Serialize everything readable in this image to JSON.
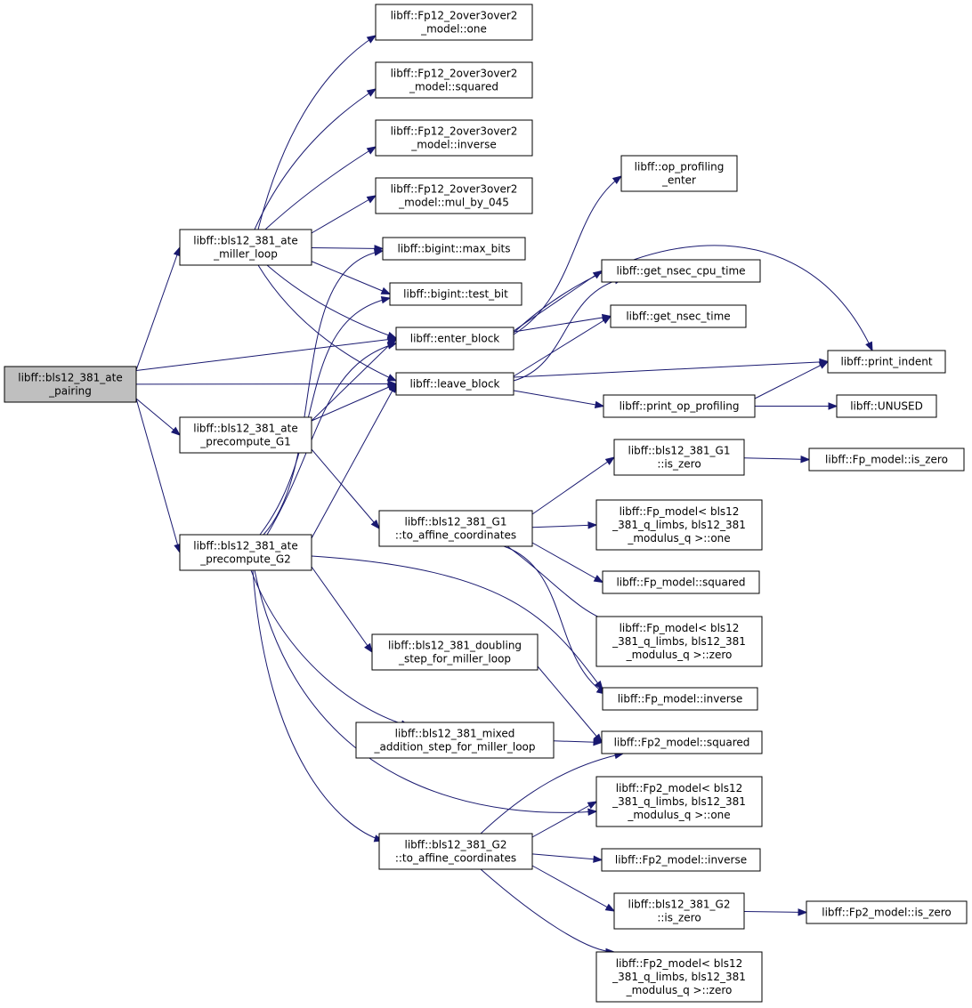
{
  "graph": {
    "nodes": [
      {
        "id": "pairing",
        "lines": [
          "libff::bls12_381_ate",
          "_pairing"
        ],
        "root": true
      },
      {
        "id": "miller_loop",
        "lines": [
          "libff::bls12_381_ate",
          "_miller_loop"
        ]
      },
      {
        "id": "precompute_G1",
        "lines": [
          "libff::bls12_381_ate",
          "_precompute_G1"
        ]
      },
      {
        "id": "precompute_G2",
        "lines": [
          "libff::bls12_381_ate",
          "_precompute_G2"
        ]
      },
      {
        "id": "fp12_one",
        "lines": [
          "libff::Fp12_2over3over2",
          "_model::one"
        ]
      },
      {
        "id": "fp12_squared",
        "lines": [
          "libff::Fp12_2over3over2",
          "_model::squared"
        ]
      },
      {
        "id": "fp12_inverse",
        "lines": [
          "libff::Fp12_2over3over2",
          "_model::inverse"
        ]
      },
      {
        "id": "fp12_mul045",
        "lines": [
          "libff::Fp12_2over3over2",
          "_model::mul_by_045"
        ]
      },
      {
        "id": "max_bits",
        "lines": [
          "libff::bigint::max_bits"
        ]
      },
      {
        "id": "test_bit",
        "lines": [
          "libff::bigint::test_bit"
        ]
      },
      {
        "id": "enter_block",
        "lines": [
          "libff::enter_block"
        ]
      },
      {
        "id": "leave_block",
        "lines": [
          "libff::leave_block"
        ]
      },
      {
        "id": "op_prof_enter",
        "lines": [
          "libff::op_profiling",
          "_enter"
        ]
      },
      {
        "id": "cpu_time",
        "lines": [
          "libff::get_nsec_cpu_time"
        ]
      },
      {
        "id": "nsec_time",
        "lines": [
          "libff::get_nsec_time"
        ]
      },
      {
        "id": "print_indent",
        "lines": [
          "libff::print_indent"
        ]
      },
      {
        "id": "print_op_prof",
        "lines": [
          "libff::print_op_profiling"
        ]
      },
      {
        "id": "unused",
        "lines": [
          "libff::UNUSED"
        ]
      },
      {
        "id": "g1_to_affine",
        "lines": [
          "libff::bls12_381_G1",
          "::to_affine_coordinates"
        ]
      },
      {
        "id": "g1_is_zero",
        "lines": [
          "libff::bls12_381_G1",
          "::is_zero"
        ]
      },
      {
        "id": "fp_is_zero",
        "lines": [
          "libff::Fp_model::is_zero"
        ]
      },
      {
        "id": "fp_one",
        "lines": [
          "libff::Fp_model< bls12",
          "_381_q_limbs, bls12_381",
          "_modulus_q >::one"
        ]
      },
      {
        "id": "fp_squared",
        "lines": [
          "libff::Fp_model::squared"
        ]
      },
      {
        "id": "fp_zero",
        "lines": [
          "libff::Fp_model< bls12",
          "_381_q_limbs, bls12_381",
          "_modulus_q >::zero"
        ]
      },
      {
        "id": "fp_inverse",
        "lines": [
          "libff::Fp_model::inverse"
        ]
      },
      {
        "id": "doubling",
        "lines": [
          "libff::bls12_381_doubling",
          "_step_for_miller_loop"
        ]
      },
      {
        "id": "mixed_add",
        "lines": [
          "libff::bls12_381_mixed",
          "_addition_step_for_miller_loop"
        ]
      },
      {
        "id": "fp2_squared",
        "lines": [
          "libff::Fp2_model::squared"
        ]
      },
      {
        "id": "fp2_one",
        "lines": [
          "libff::Fp2_model< bls12",
          "_381_q_limbs, bls12_381",
          "_modulus_q >::one"
        ]
      },
      {
        "id": "g2_to_affine",
        "lines": [
          "libff::bls12_381_G2",
          "::to_affine_coordinates"
        ]
      },
      {
        "id": "fp2_inverse",
        "lines": [
          "libff::Fp2_model::inverse"
        ]
      },
      {
        "id": "g2_is_zero",
        "lines": [
          "libff::bls12_381_G2",
          "::is_zero"
        ]
      },
      {
        "id": "fp2_is_zero",
        "lines": [
          "libff::Fp2_model::is_zero"
        ]
      },
      {
        "id": "fp2_zero",
        "lines": [
          "libff::Fp2_model< bls12",
          "_381_q_limbs, bls12_381",
          "_modulus_q >::zero"
        ]
      }
    ],
    "edges": [
      [
        "pairing",
        "miller_loop"
      ],
      [
        "pairing",
        "enter_block"
      ],
      [
        "pairing",
        "leave_block"
      ],
      [
        "pairing",
        "precompute_G1"
      ],
      [
        "pairing",
        "precompute_G2"
      ],
      [
        "miller_loop",
        "fp12_one"
      ],
      [
        "miller_loop",
        "fp12_squared"
      ],
      [
        "miller_loop",
        "fp12_inverse"
      ],
      [
        "miller_loop",
        "fp12_mul045"
      ],
      [
        "miller_loop",
        "max_bits"
      ],
      [
        "miller_loop",
        "test_bit"
      ],
      [
        "miller_loop",
        "enter_block"
      ],
      [
        "miller_loop",
        "leave_block"
      ],
      [
        "precompute_G1",
        "enter_block"
      ],
      [
        "precompute_G1",
        "leave_block"
      ],
      [
        "precompute_G1",
        "g1_to_affine"
      ],
      [
        "precompute_G2",
        "max_bits"
      ],
      [
        "precompute_G2",
        "test_bit"
      ],
      [
        "precompute_G2",
        "enter_block"
      ],
      [
        "precompute_G2",
        "leave_block"
      ],
      [
        "precompute_G2",
        "doubling"
      ],
      [
        "precompute_G2",
        "mixed_add"
      ],
      [
        "precompute_G2",
        "g2_to_affine"
      ],
      [
        "precompute_G2",
        "fp_inverse"
      ],
      [
        "precompute_G2",
        "fp2_one"
      ],
      [
        "enter_block",
        "op_prof_enter"
      ],
      [
        "enter_block",
        "cpu_time"
      ],
      [
        "enter_block",
        "nsec_time"
      ],
      [
        "enter_block",
        "print_indent"
      ],
      [
        "leave_block",
        "cpu_time"
      ],
      [
        "leave_block",
        "nsec_time"
      ],
      [
        "leave_block",
        "print_indent"
      ],
      [
        "leave_block",
        "print_op_prof"
      ],
      [
        "print_op_prof",
        "print_indent"
      ],
      [
        "print_op_prof",
        "unused"
      ],
      [
        "g1_to_affine",
        "g1_is_zero"
      ],
      [
        "g1_to_affine",
        "fp_one"
      ],
      [
        "g1_to_affine",
        "fp_squared"
      ],
      [
        "g1_to_affine",
        "fp_zero"
      ],
      [
        "g1_to_affine",
        "fp_inverse"
      ],
      [
        "g1_is_zero",
        "fp_is_zero"
      ],
      [
        "doubling",
        "fp2_squared"
      ],
      [
        "mixed_add",
        "fp2_squared"
      ],
      [
        "g2_to_affine",
        "fp2_squared"
      ],
      [
        "g2_to_affine",
        "fp2_one"
      ],
      [
        "g2_to_affine",
        "fp2_inverse"
      ],
      [
        "g2_to_affine",
        "g2_is_zero"
      ],
      [
        "g2_to_affine",
        "fp2_zero"
      ],
      [
        "g2_is_zero",
        "fp2_is_zero"
      ]
    ]
  }
}
